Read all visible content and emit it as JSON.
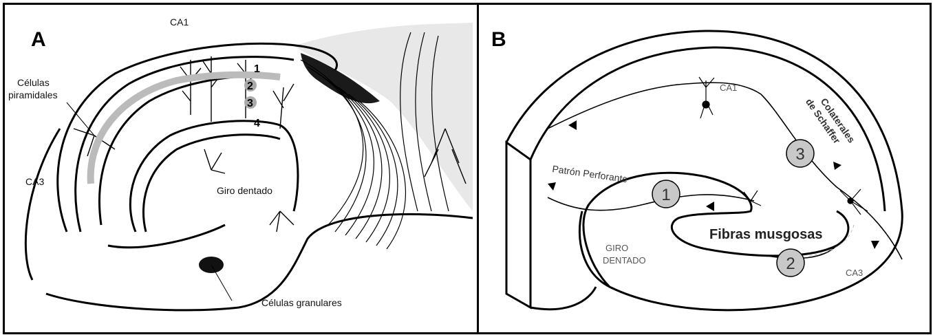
{
  "panel_a": {
    "letter": "A",
    "labels": {
      "ca1": "CA1",
      "celulas_piramidales_line1": "Células",
      "celulas_piramidales_line2": "piramidales",
      "ca3": "CA3",
      "giro_dentado": "Giro dentado",
      "celulas_granulares": "Células granulares"
    },
    "layer_numbers": [
      "1",
      "2",
      "3",
      "4"
    ]
  },
  "panel_b": {
    "letter": "B",
    "labels": {
      "ca1": "CA1",
      "colaterales_line1": "Colaterales",
      "colaterales_line2": "de Schaffer",
      "patron_perforante": "Patrón Perforante",
      "fibras_musgosas": "Fibras musgosas",
      "giro_line1": "GIRO",
      "giro_line2": "DENTADO",
      "ca3": "CA3"
    },
    "circled_numbers": [
      "1",
      "2",
      "3"
    ],
    "circle_fill": "#c8c8c8"
  }
}
